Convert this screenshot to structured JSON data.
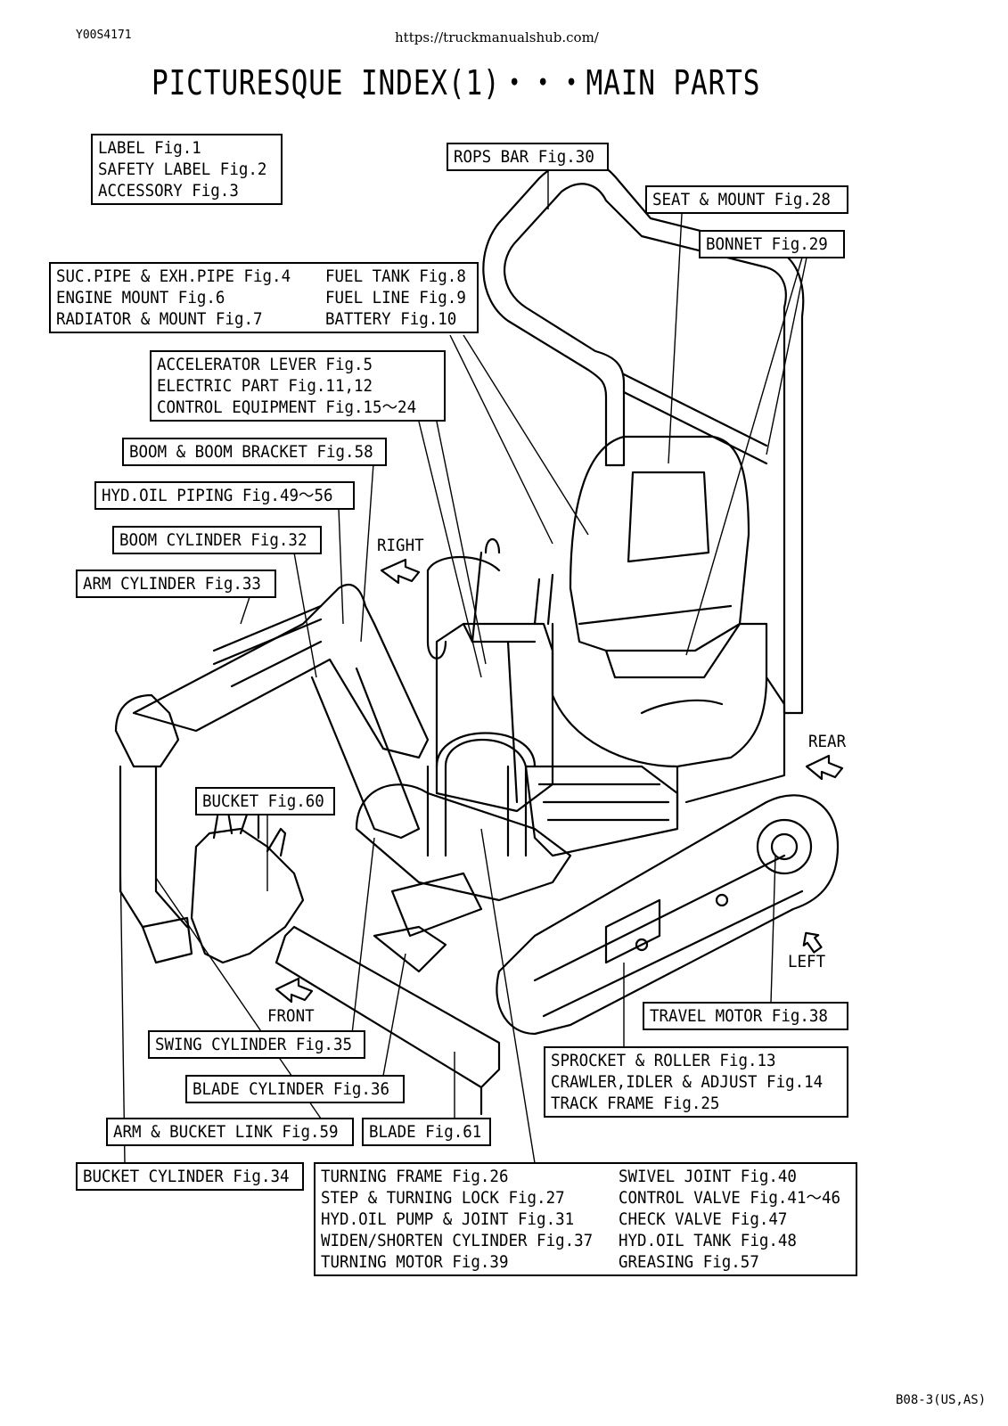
{
  "header": {
    "code": "Y00S4171",
    "url": "https://truckmanualshub.com/",
    "title": "PICTURESQUE INDEX(1)・・・MAIN PARTS"
  },
  "footer": {
    "page": "B08-3(US,AS)"
  },
  "directions": {
    "right": "RIGHT",
    "rear": "REAR",
    "left": "LEFT",
    "front": "FRONT"
  },
  "labels": {
    "label_group": [
      "LABEL Fig.1",
      "SAFETY LABEL Fig.2",
      "ACCESSORY Fig.3"
    ],
    "rops_bar": "ROPS BAR Fig.30",
    "seat_mount": "SEAT & MOUNT Fig.28",
    "bonnet": "BONNET Fig.29",
    "engine_col1": [
      "SUC.PIPE & EXH.PIPE Fig.4",
      "ENGINE MOUNT Fig.6",
      "RADIATOR & MOUNT Fig.7"
    ],
    "engine_col2": [
      "FUEL TANK Fig.8",
      "FUEL LINE Fig.9",
      "BATTERY Fig.10"
    ],
    "control_group": [
      "ACCELERATOR LEVER Fig.5",
      "ELECTRIC PART Fig.11,12",
      "CONTROL EQUIPMENT Fig.15～24"
    ],
    "boom_bracket": "BOOM & BOOM BRACKET Fig.58",
    "hyd_oil_piping": "HYD.OIL PIPING Fig.49～56",
    "boom_cylinder": "BOOM CYLINDER Fig.32",
    "arm_cylinder": "ARM CYLINDER Fig.33",
    "bucket": "BUCKET Fig.60",
    "travel_motor": "TRAVEL MOTOR Fig.38",
    "sprocket_group": [
      "SPROCKET & ROLLER Fig.13",
      "CRAWLER,IDLER & ADJUST Fig.14",
      "TRACK FRAME Fig.25"
    ],
    "swing_cylinder": "SWING CYLINDER Fig.35",
    "blade_cylinder": "BLADE CYLINDER Fig.36",
    "arm_bucket_link": "ARM & BUCKET LINK Fig.59",
    "blade": "BLADE Fig.61",
    "bucket_cylinder": "BUCKET CYLINDER Fig.34",
    "frame_col1": [
      "TURNING FRAME Fig.26",
      "STEP & TURNING LOCK Fig.27",
      "HYD.OIL PUMP & JOINT Fig.31",
      "WIDEN/SHORTEN CYLINDER Fig.37",
      "TURNING MOTOR Fig.39"
    ],
    "frame_col2": [
      "SWIVEL JOINT Fig.40",
      "CONTROL VALVE Fig.41～46",
      "CHECK VALVE Fig.47",
      "HYD.OIL TANK Fig.48",
      "GREASING Fig.57"
    ]
  }
}
